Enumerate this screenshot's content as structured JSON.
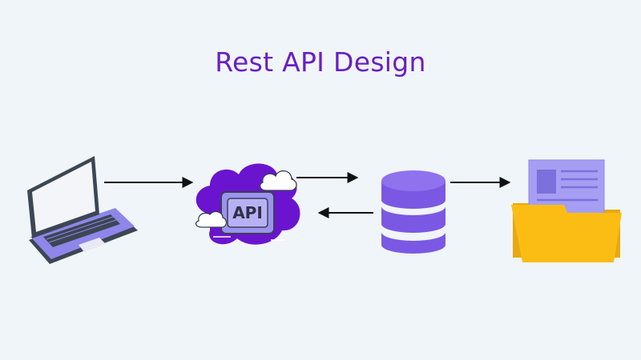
{
  "title": "Rest API Design",
  "colors": {
    "background": "#eff5f9",
    "title": "#6a1fc2",
    "laptop_frame": "#3c4654",
    "laptop_body": "#8f86ea",
    "cloud": "#6a14d0",
    "api_card": "#9b93ee",
    "database": "#8060e8",
    "folder": "#fbbd14",
    "document": "#a59ef2",
    "arrow": "#111111"
  },
  "nodes": [
    {
      "id": "client",
      "icon": "laptop-icon"
    },
    {
      "id": "api",
      "icon": "api-cloud-icon",
      "label": "API"
    },
    {
      "id": "database",
      "icon": "database-icon"
    },
    {
      "id": "files",
      "icon": "folder-icon"
    }
  ],
  "edges": [
    {
      "from": "client",
      "to": "api"
    },
    {
      "from": "api",
      "to": "database"
    },
    {
      "from": "database",
      "to": "api"
    },
    {
      "from": "database",
      "to": "files"
    }
  ]
}
